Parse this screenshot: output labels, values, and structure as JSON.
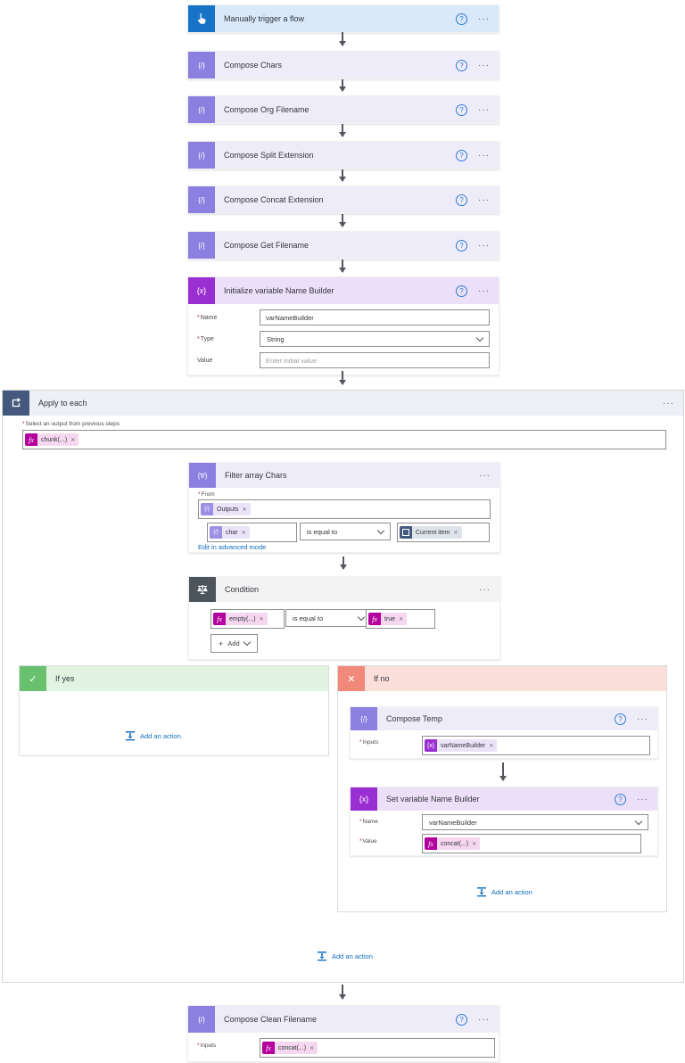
{
  "trigger": {
    "title": "Manually trigger a flow"
  },
  "actions": {
    "compose_chars": "Compose Chars",
    "compose_org": "Compose Org Filename",
    "compose_split": "Compose Split Extension",
    "compose_concat": "Compose Concat Extension",
    "compose_get": "Compose Get Filename"
  },
  "init_variable": {
    "title": "Initialize variable Name Builder",
    "name_label": "Name",
    "name_value": "varNameBuilder",
    "type_label": "Type",
    "type_value": "String",
    "value_label": "Value",
    "value_placeholder": "Enter initial value"
  },
  "apply_to_each": {
    "title": "Apply to each",
    "select_label": "Select an output from previous steps",
    "input_token": "chunk(...)",
    "add_action": "Add an action"
  },
  "filter_array": {
    "title": "Filter array Chars",
    "from_label": "From",
    "from_token": "Outputs",
    "left_token": "char",
    "operator": "is equal to",
    "right_token": "Current item",
    "advanced_link": "Edit in advanced mode"
  },
  "condition": {
    "title": "Condition",
    "left_token": "empty(...)",
    "operator": "is equal to",
    "right_token": "true",
    "add_button": "Add"
  },
  "if_yes": {
    "title": "If yes",
    "add_action": "Add an action"
  },
  "if_no": {
    "title": "If no",
    "add_action": "Add an action",
    "compose_temp": {
      "title": "Compose Temp",
      "inputs_label": "Inputs",
      "token": "varNameBuilder"
    },
    "set_variable": {
      "title": "Set variable Name Builder",
      "name_label": "Name",
      "name_value": "varNameBuilder",
      "value_label": "Value",
      "value_token": "concat(...)"
    }
  },
  "compose_clean": {
    "title": "Compose Clean Filename",
    "inputs_label": "Inputs",
    "token": "concat(...)"
  },
  "icons": {
    "compose_glyph": "{/}",
    "filter_glyph": "{∀}",
    "variable_glyph": "{x}",
    "fx_glyph": "fx",
    "check_glyph": "✓",
    "cross_glyph": "✕",
    "help_glyph": "?",
    "dots_glyph": "···",
    "plus_glyph": "+",
    "remove_glyph": "✕"
  },
  "colors": {
    "trigger_icon": "#1673c6",
    "trigger_header": "#d9e9f9",
    "compose_icon": "#8b80e0",
    "compose_header": "#efecfa",
    "variable_icon": "#9a2fd1",
    "variable_header": "#ece0f8",
    "loop_icon": "#44597d",
    "loop_header": "#edf0f4",
    "condition_icon": "#4c545c",
    "condition_header": "#f3f3f3",
    "yes_icon": "#69c06e",
    "yes_header": "#e2f3e2",
    "no_icon": "#f1897b",
    "no_header": "#fbdfdb",
    "expression_icon": "#b4009e",
    "link_blue": "#0f6cbd"
  }
}
